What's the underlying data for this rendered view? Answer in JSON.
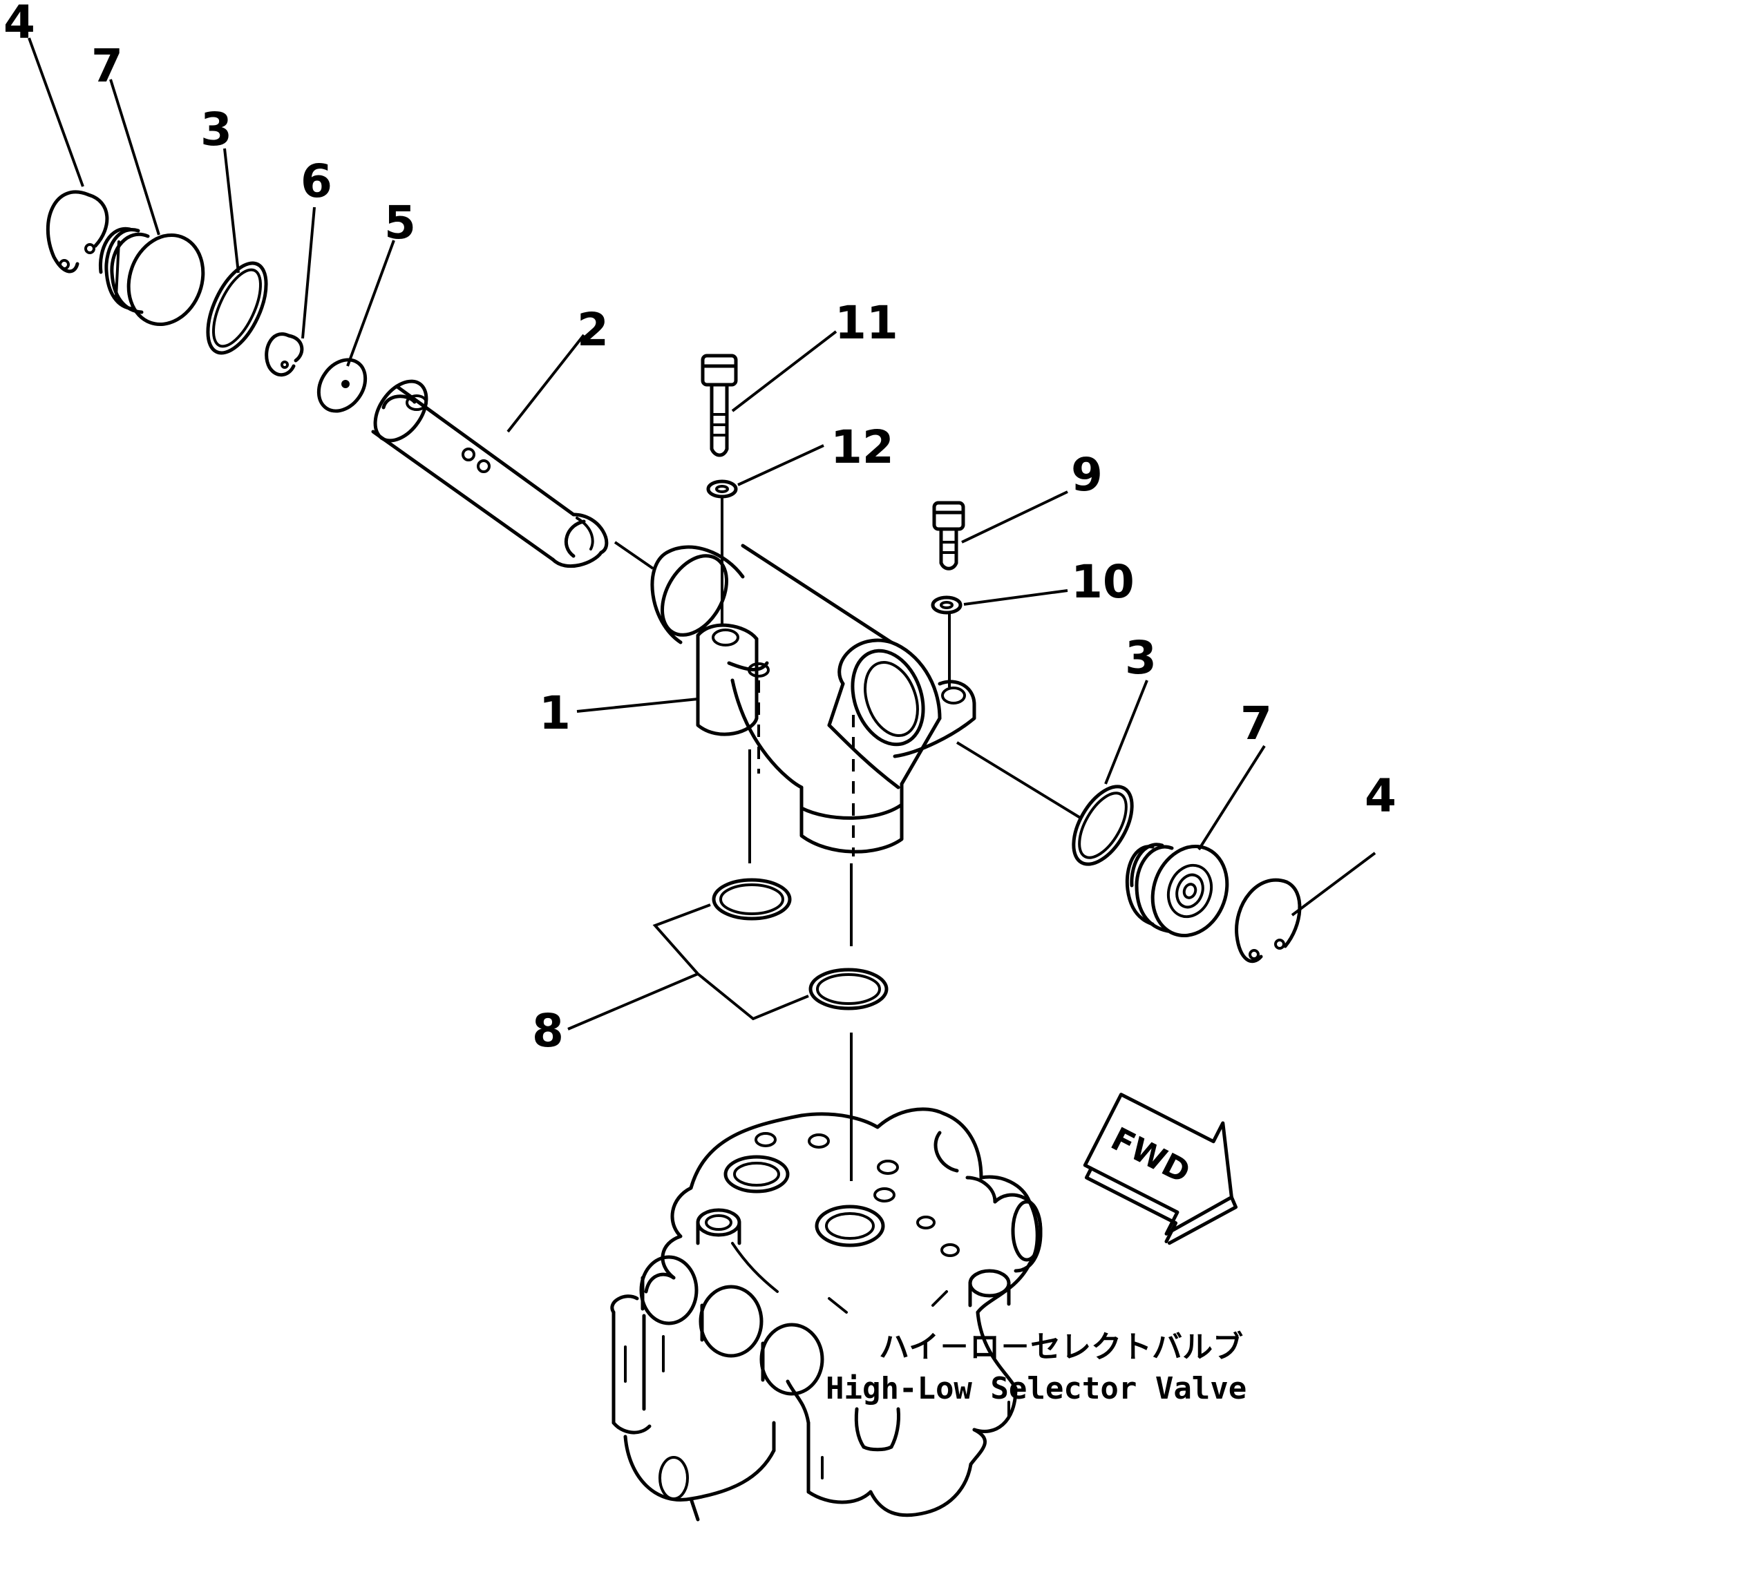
{
  "callouts": {
    "c1": "1",
    "c2": "2",
    "c3a": "3",
    "c3b": "3",
    "c4a": "4",
    "c4b": "4",
    "c5": "5",
    "c6": "6",
    "c7a": "7",
    "c7b": "7",
    "c8": "8",
    "c9": "9",
    "c10": "10",
    "c11": "11",
    "c12": "12"
  },
  "caption": {
    "japanese": "ハイ－ロ－セレクトバルブ",
    "english": "High-Low Selector Valve"
  },
  "direction_marker": {
    "label": "FWD"
  }
}
